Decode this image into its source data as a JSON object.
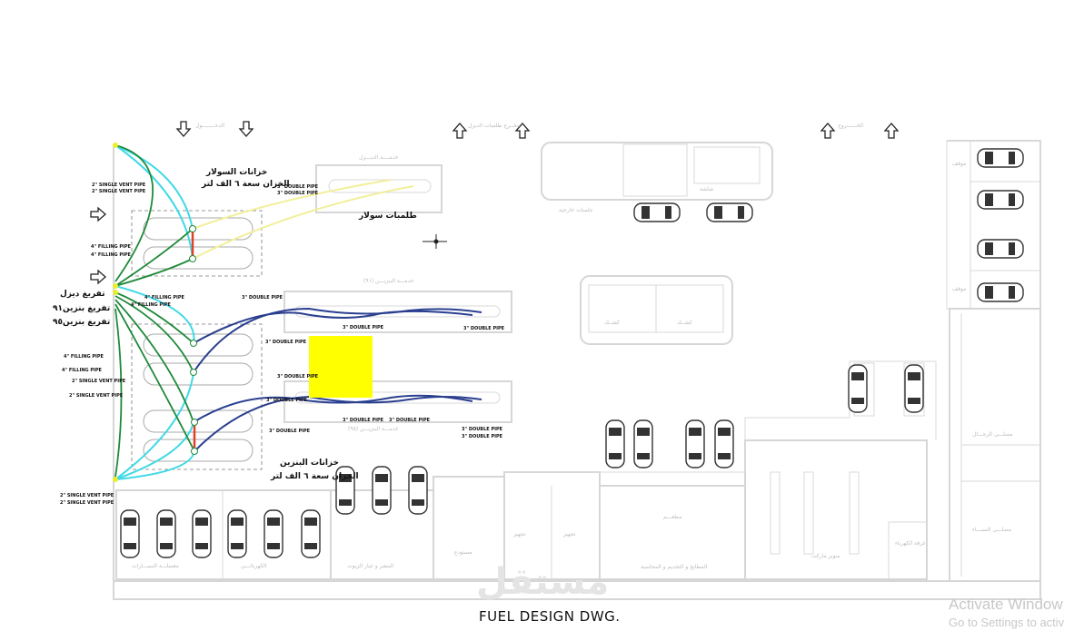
{
  "drawing": {
    "caption": "FUEL DESIGN DWG.",
    "watermark_logo": "مستقل",
    "os_notice": {
      "title": "Activate Window",
      "subtitle": "Go to Settings to activ"
    }
  },
  "tanks": {
    "diesel_title": "خزانات السولار",
    "diesel_capacity": "الخزان سعة ٦ الف لتر",
    "petrol_title": "خزانات البنزين",
    "petrol_capacity": "الخزان سعة ٦ الف لتر",
    "diesel_pumps": "طلمبات سولار"
  },
  "unloading": {
    "diesel": "تفريغ ديزل",
    "petrol91": "تفريغ بنزين٩١",
    "petrol95": "تفريغ بنزين٩٥"
  },
  "pipes": {
    "vent": "2\" SINGLE VENT PIPE",
    "filling": "4\" FILLING PIPE",
    "double": "3\" DOUBLE PIPE"
  },
  "areas": {
    "entrance": "الدخــــــــول",
    "exit_diesel": "مخــرج طلمبات الديزل",
    "exit": "الخــــــروج",
    "diesel_service": "خدمــــة الديـــزل",
    "petrol91_service": "خدمـــة البنزيـــن (٩١)",
    "petrol95_service": "خدمـــة البنزيـــن (٩٥)",
    "outdoor_seating": "جلسات خارجية",
    "kiosk": "كشــك",
    "parking": "موقف",
    "car_wash": "مغسلـــة السيـــارات",
    "electrical": "الكهربائـــي",
    "oil_change": "البنشر و غيار الزيوت",
    "mosque_men": "مصلـــى الرجـــال",
    "mosque_women": "مصلـــى النســـاء",
    "restaurant": "مطعـــم",
    "supermarket": "سوبر ماركت",
    "kitchen": "المطابخ و التخديم و المحاسبة",
    "storage": "مستودع",
    "prep": "تجهيز",
    "cashier": "غرفة الكهرباء",
    "screen": "شاشة"
  },
  "colors": {
    "vent": "#3fd9e6",
    "filling": "#1f8a3a",
    "diesel_line": "#f2ef9a",
    "petrol_line": "#2a3f8f",
    "highlight": "#ffff00",
    "link": "#e0402a",
    "plan": "#d6d6d6"
  }
}
